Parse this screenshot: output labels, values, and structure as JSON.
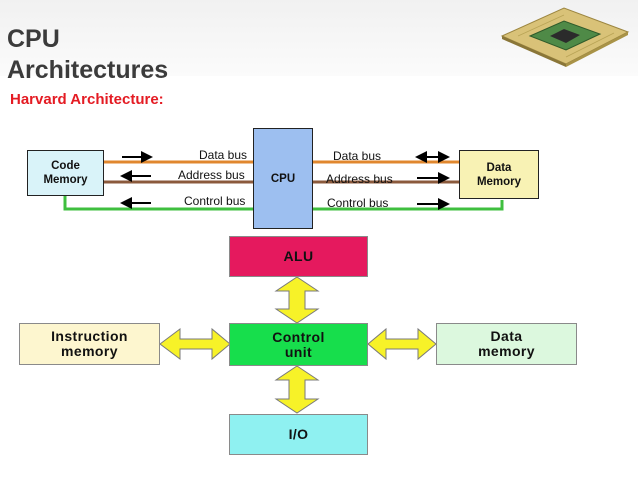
{
  "header": {
    "title_line1": "CPU",
    "title_line2": "Architectures",
    "subtitle": "Harvard Architecture:"
  },
  "icons": {
    "header_image": "cpu-chip-icon"
  },
  "top_diagram": {
    "code_memory": {
      "line1": "Code",
      "line2": "Memory"
    },
    "cpu": "CPU",
    "data_memory": {
      "line1": "Data",
      "line2": "Memory"
    },
    "left_buses": [
      "Data bus",
      "Address bus",
      "Control bus"
    ],
    "right_buses": [
      "Data bus",
      "Address bus",
      "Control bus"
    ]
  },
  "bottom_diagram": {
    "alu": "ALU",
    "control_unit": {
      "line1": "Control",
      "line2": "unit"
    },
    "io": "I/O",
    "instruction_memory": {
      "line1": "Instruction",
      "line2": "memory"
    },
    "data_memory": {
      "line1": "Data",
      "line2": "memory"
    }
  },
  "colors": {
    "subtitle": "#e41b23",
    "data_bus": "#e0872e",
    "address_bus": "#8b5a3c",
    "control_bus": "#3fbf3f",
    "code_memory_fill": "#d9f3f9",
    "cpu_fill": "#9dbff0",
    "data_memory_fill": "#f8f2b4",
    "alu_fill": "#e5195e",
    "control_unit_fill": "#17de4c",
    "io_fill": "#8ff1f1",
    "instruction_memory_fill": "#fdf6cf",
    "data_memory_bottom_fill": "#dcf8de",
    "arrow_fill": "#f7f228"
  }
}
